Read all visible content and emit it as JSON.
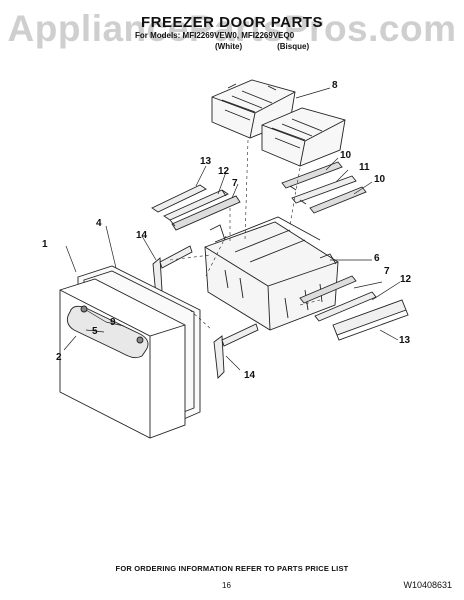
{
  "watermark": "AppliancePartsPros.com",
  "title": "FREEZER DOOR PARTS",
  "models": {
    "prefix": "For Models: MFI2269VEW0, MFI2269VEQ0",
    "variant_white": "(White)",
    "variant_bisque": "(Bisque)"
  },
  "callouts": [
    "1",
    "2",
    "4",
    "5",
    "6",
    "7",
    "7",
    "8",
    "9",
    "10",
    "10",
    "11",
    "12",
    "12",
    "13",
    "13",
    "14",
    "14"
  ],
  "footer": {
    "ordering_note": "FOR ORDERING INFORMATION REFER TO PARTS PRICE LIST",
    "page_number": "16",
    "document_number": "W10408631"
  }
}
